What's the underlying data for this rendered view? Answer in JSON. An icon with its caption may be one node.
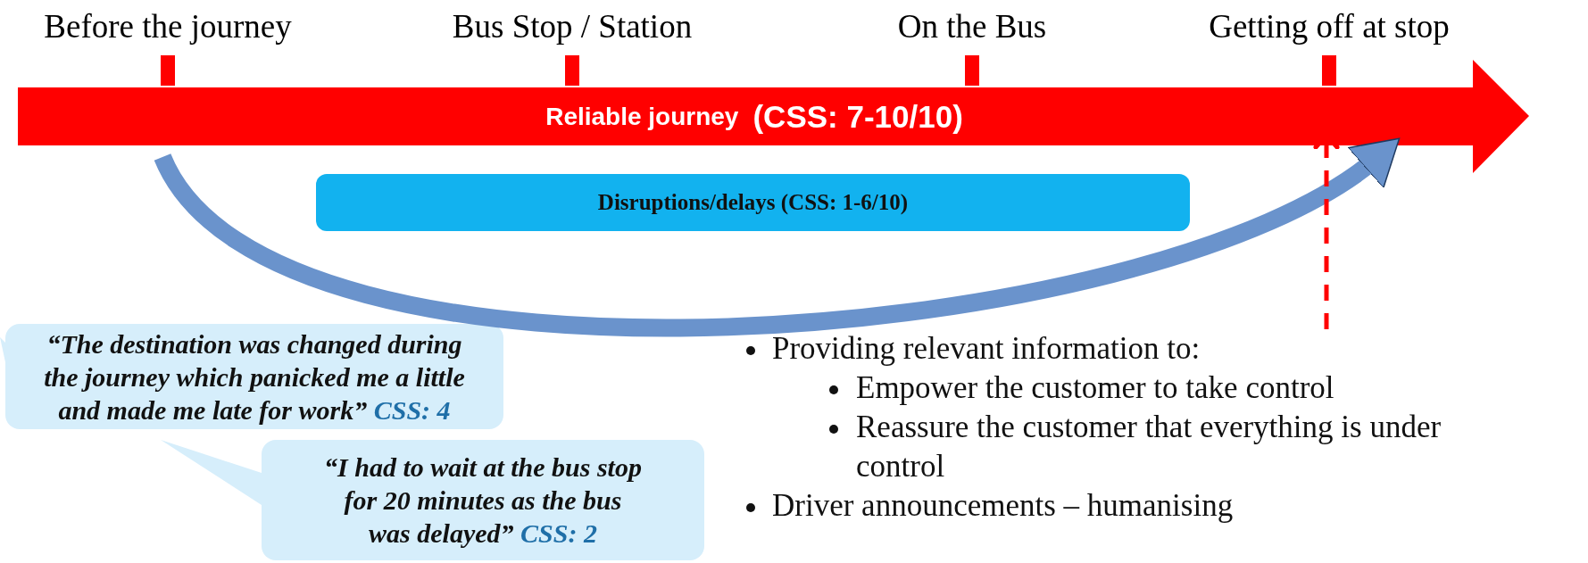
{
  "diagram": {
    "nodes": [
      {
        "text": [
          "Reliable journey",
          "(CSS: 7-10/10)"
        ]
      },
      {
        "text": [
          "Disruptions/delays (CSS: 1-6/10)"
        ]
      },
      {
        "text": [
          "“The destination was changed during the journey which panicked me a little and made me late for work”",
          "CSS: 4"
        ]
      },
      {
        "text": [
          "“I had to wait at the bus stop for 20 minutes as the bus was delayed”",
          "CSS: 2"
        ]
      },
      {
        "text": [
          "Providing relevant information to:",
          "Empower the customer to take control",
          "Reassure the customer that everything is under control",
          "Driver announcements – humanising"
        ]
      }
    ],
    "edges": [
      {
        "from": null,
        "to": 0,
        "arrow": "to",
        "style": "thick",
        "color": "#6a93cc"
      },
      {
        "from": 4,
        "to": 0,
        "arrow": "to",
        "style": "dashed",
        "color": "#ff0000"
      }
    ],
    "labels": [
      "Before the journey",
      "Bus Stop / Station",
      "On the Bus",
      "Getting off at stop"
    ]
  }
}
